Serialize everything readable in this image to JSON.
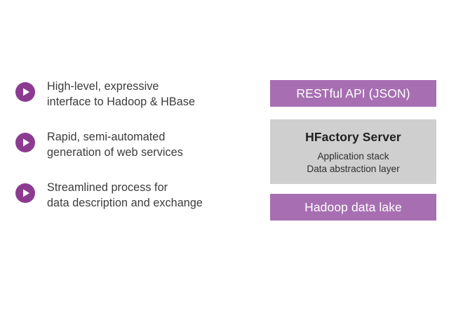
{
  "slide": {
    "background_color": "#ffffff",
    "accent_dark_purple": "#8c3b91",
    "accent_light_purple": "#a76fb2",
    "neutral_gray": "#cfcfcf",
    "body_text_color": "#3b3b3b"
  },
  "benefits": {
    "bullet_icon": "play-triangle-icon",
    "items": [
      {
        "text": "High-level, expressive\ninterface to Hadoop & HBase"
      },
      {
        "text": "Rapid, semi-automated\ngeneration of web services"
      },
      {
        "text": "Streamlined process for\ndata description and exchange"
      }
    ]
  },
  "stack": {
    "api_layer": {
      "label": "RESTful API (JSON)",
      "color": "#a76fb2"
    },
    "server_layer": {
      "title": "HFactory Server",
      "subtitle": "Application stack\nData abstraction layer",
      "color": "#cfcfcf"
    },
    "storage_layer": {
      "label": "Hadoop data lake",
      "color": "#a76fb2"
    }
  }
}
